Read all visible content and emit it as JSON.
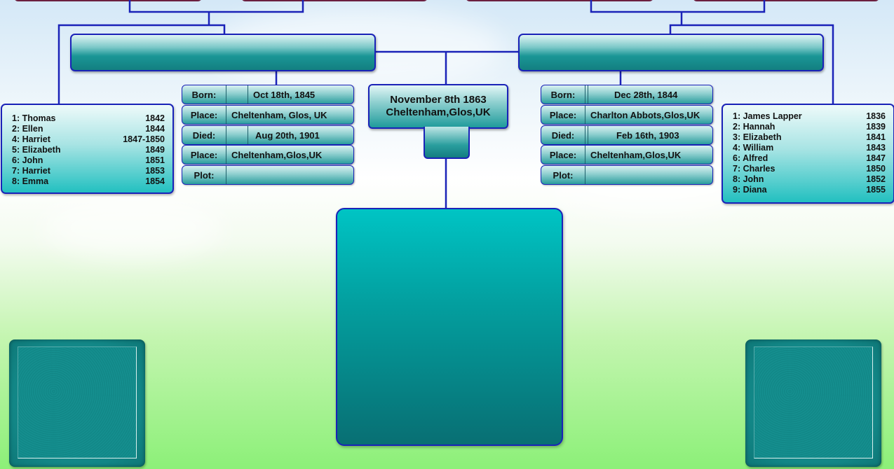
{
  "father": {
    "born_label": "Born:",
    "born_value": "Oct 18th, 1845",
    "place_label": "Place:",
    "birth_place": "Cheltenham, Glos, UK",
    "died_label": "Died:",
    "died_value": "Aug 20th, 1901",
    "death_place_label": "Place:",
    "death_place": "Cheltenham,Glos,UK",
    "plot_label": "Plot:",
    "plot_value": ""
  },
  "mother": {
    "born_label": "Born:",
    "born_value": "Dec 28th, 1844",
    "place_label": "Place:",
    "birth_place": "Charlton Abbots,Glos,UK",
    "died_label": "Died:",
    "died_value": "Feb 16th, 1903",
    "death_place_label": "Place:",
    "death_place": "Cheltenham,Glos,UK",
    "plot_label": "Plot:",
    "plot_value": ""
  },
  "marriage": {
    "date": "November 8th 1863",
    "place": "Cheltenham,Glos,UK"
  },
  "father_siblings": [
    {
      "name": "1: Thomas",
      "year": "1842"
    },
    {
      "name": "2: Ellen",
      "year": "1844"
    },
    {
      "name": "4: Harriet",
      "year": "1847-1850"
    },
    {
      "name": "5: Elizabeth",
      "year": "1849"
    },
    {
      "name": "6: John",
      "year": "1851"
    },
    {
      "name": "7: Harriet",
      "year": "1853"
    },
    {
      "name": "8: Emma",
      "year": "1854"
    }
  ],
  "mother_siblings": [
    {
      "name": "1: James Lapper",
      "year": "1836"
    },
    {
      "name": "2: Hannah",
      "year": "1839"
    },
    {
      "name": "3: Elizabeth",
      "year": "1841"
    },
    {
      "name": "4: William",
      "year": "1843"
    },
    {
      "name": "6: Alfred",
      "year": "1847"
    },
    {
      "name": "7: Charles",
      "year": "1850"
    },
    {
      "name": "8: John",
      "year": "1852"
    },
    {
      "name": "9: Diana",
      "year": "1855"
    }
  ],
  "colors": {
    "line": "#1a22b8",
    "teal": "#139090",
    "box_border": "#1a22b8"
  }
}
